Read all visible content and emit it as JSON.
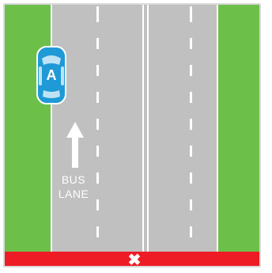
{
  "colors": {
    "grass": "#6cc04a",
    "road": "#c0c0c0",
    "stop_bar": "#ee1c25",
    "car_body": "#1f9ad6",
    "car_window": "#bfe3f5"
  },
  "bus_lane": {
    "label_line1": "BUS",
    "label_line2": "LANE",
    "arrow_icon": "arrow-up-icon"
  },
  "car": {
    "label": "A",
    "icon": "car-icon"
  },
  "stop_bar": {
    "symbol": "✖",
    "icon": "x-mark-icon"
  }
}
